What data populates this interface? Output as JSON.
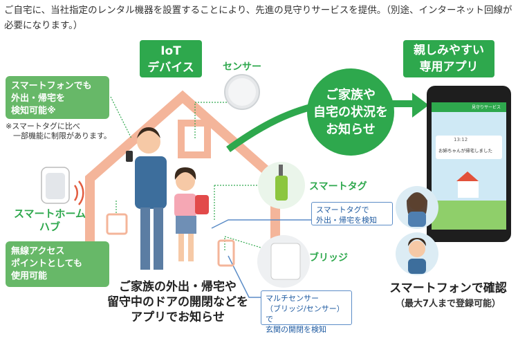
{
  "intro": "ご自宅に、当社指定のレンタル機器を設置することにより、先進の見守りサービスを提供。（別途、インターネット回線が必要になります。）",
  "badges": {
    "iot": "IoT デバイス",
    "iot_line1": "IoT",
    "iot_line2": "デバイス",
    "app_line1": "親しみやすい",
    "app_line2": "専用アプリ"
  },
  "notes": {
    "smartphone_line1": "スマートフォンでも",
    "smartphone_line2": "外出・帰宅を",
    "smartphone_line3": "検知可能※",
    "footnote_line1": "※スマートタグに比べ",
    "footnote_line2": "　一部機能に制限があります。",
    "wifi_line1": "無線アクセス",
    "wifi_line2": "ポイントとしても",
    "wifi_line3": "使用可能"
  },
  "devices": {
    "sensor": "センサー",
    "tag": "スマートタグ",
    "bridge": "ブリッジ",
    "hub_line1": "スマートホーム",
    "hub_line2": "ハブ"
  },
  "callouts": {
    "tag_line1": "スマートタグで",
    "tag_line2": "外出・帰宅を検知",
    "multi_line1": "マルチセンサー",
    "multi_line2": "（ブリッジ/センサー）で",
    "multi_line3": "玄関の開閉を検知"
  },
  "circle": {
    "line1": "ご家族や",
    "line2": "自宅の状況を",
    "line3": "お知らせ"
  },
  "house_caption": {
    "line1": "ご家族の外出・帰宅や",
    "line2": "留守中のドアの開閉などを",
    "line3": "アプリでお知らせ"
  },
  "phone": {
    "confirm": "スマートフォンで確認",
    "confirm_sub": "（最大7人まで登録可能）",
    "status_time": "13:12",
    "notification": "お姉ちゃんが帰宅しました",
    "header_left": "見守りサービス"
  },
  "colors": {
    "green": "#2ea84d",
    "light_green": "#67b868",
    "house": "#f4b59a",
    "blue": "#5b8cc7"
  }
}
